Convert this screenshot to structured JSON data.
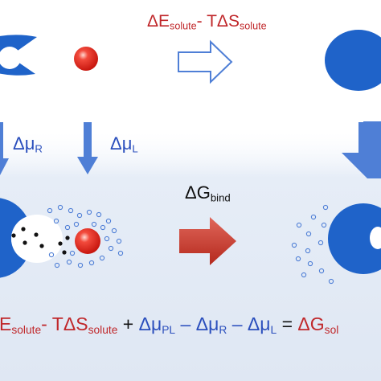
{
  "labels": {
    "top_dE": "ΔE",
    "top_solute_1": "solute",
    "top_sep": "- TΔS",
    "top_solute_2": "solute",
    "dmuR_main": "Δμ",
    "dmuR_sub": "R",
    "dmuL_main": "Δμ",
    "dmuL_sub": "L",
    "dG_main": "ΔG",
    "dG_sub": "bind",
    "eq_E": "E",
    "eq_solute_1": "solute",
    "eq_sep": "- TΔS",
    "eq_solute_2": "solute",
    "eq_plus": "+",
    "eq_dmu_pl": "Δμ",
    "eq_pl_sub": "PL",
    "eq_minus_1": "–",
    "eq_dmu_r": "Δμ",
    "eq_r_sub": "R",
    "eq_minus_2": "–",
    "eq_dmu_l": "Δμ",
    "eq_l_sub": "L",
    "eq_equals": "=",
    "eq_dG": "ΔG",
    "eq_g_sub": "sol"
  },
  "colors": {
    "receptor_blue": "#1f63c9",
    "ligand_red": "#e0261f",
    "arrow_blue": "#4f7fd6",
    "solvent_bg": "#e6edf7",
    "bind_arrow_red": "#c93b2e",
    "term_red": "#c0282b",
    "term_blue": "#2b4fbd"
  },
  "icons": [
    "receptor-shape",
    "ligand-sphere",
    "solvent-molecule",
    "process-arrow"
  ]
}
